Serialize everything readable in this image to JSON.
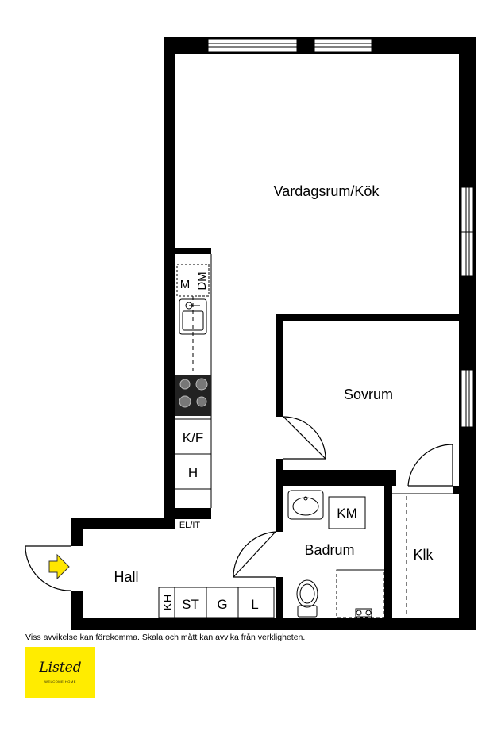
{
  "rooms": {
    "living_kitchen": "Vardagsrum/Kök",
    "bedroom": "Sovrum",
    "bathroom": "Badrum",
    "hall": "Hall",
    "closet": "Klk"
  },
  "fixtures": {
    "microwave": "M",
    "dishwasher": "DM",
    "fridge_freezer": "K/F",
    "cabinet_h": "H",
    "electrical": "EL/IT",
    "washing_machine": "KM",
    "coat_rack": "KH",
    "storage_st": "ST",
    "storage_g": "G",
    "storage_l": "L"
  },
  "disclaimer": "Viss avvikelse kan förekomma. Skala och mått kan avvika från verkligheten.",
  "logo": {
    "word": "Listed",
    "tagline": "WELCOME HOME",
    "color": "#ffec00"
  },
  "colors": {
    "wall": "#000000",
    "entry_arrow": "#ffe600"
  }
}
